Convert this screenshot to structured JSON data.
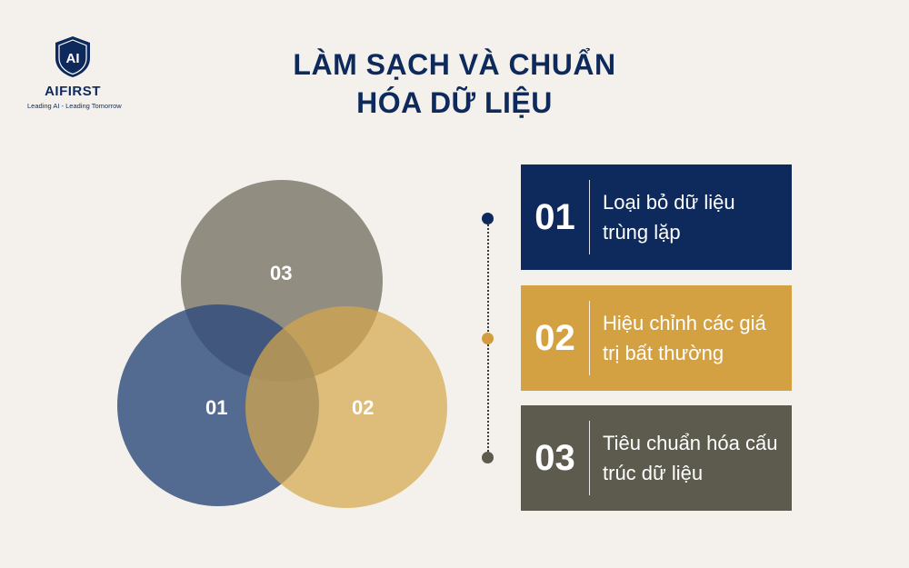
{
  "logo": {
    "mark": "AI",
    "name": "AIFIRST",
    "tagline": "Leading AI - Leading Tomorrow"
  },
  "title": {
    "line1": "LÀM SẠCH VÀ CHUẨN",
    "line2": "HÓA DỮ LIỆU"
  },
  "venn": {
    "circles": [
      {
        "label": "01",
        "color": "#2f4c7c"
      },
      {
        "label": "02",
        "color": "#d5a74e"
      },
      {
        "label": "03",
        "color": "#8b877a"
      }
    ]
  },
  "steps": [
    {
      "number": "01",
      "text": "Loại bỏ dữ liệu trùng lặp",
      "color": "#0e2a5c"
    },
    {
      "number": "02",
      "text": "Hiệu chỉnh các giá trị bất thường",
      "color": "#d4a142"
    },
    {
      "number": "03",
      "text": "Tiêu chuẩn hóa cấu trúc dữ liệu",
      "color": "#5d5b4d"
    }
  ],
  "colors": {
    "background": "#f4f1ec",
    "primary": "#0e2a5c"
  }
}
